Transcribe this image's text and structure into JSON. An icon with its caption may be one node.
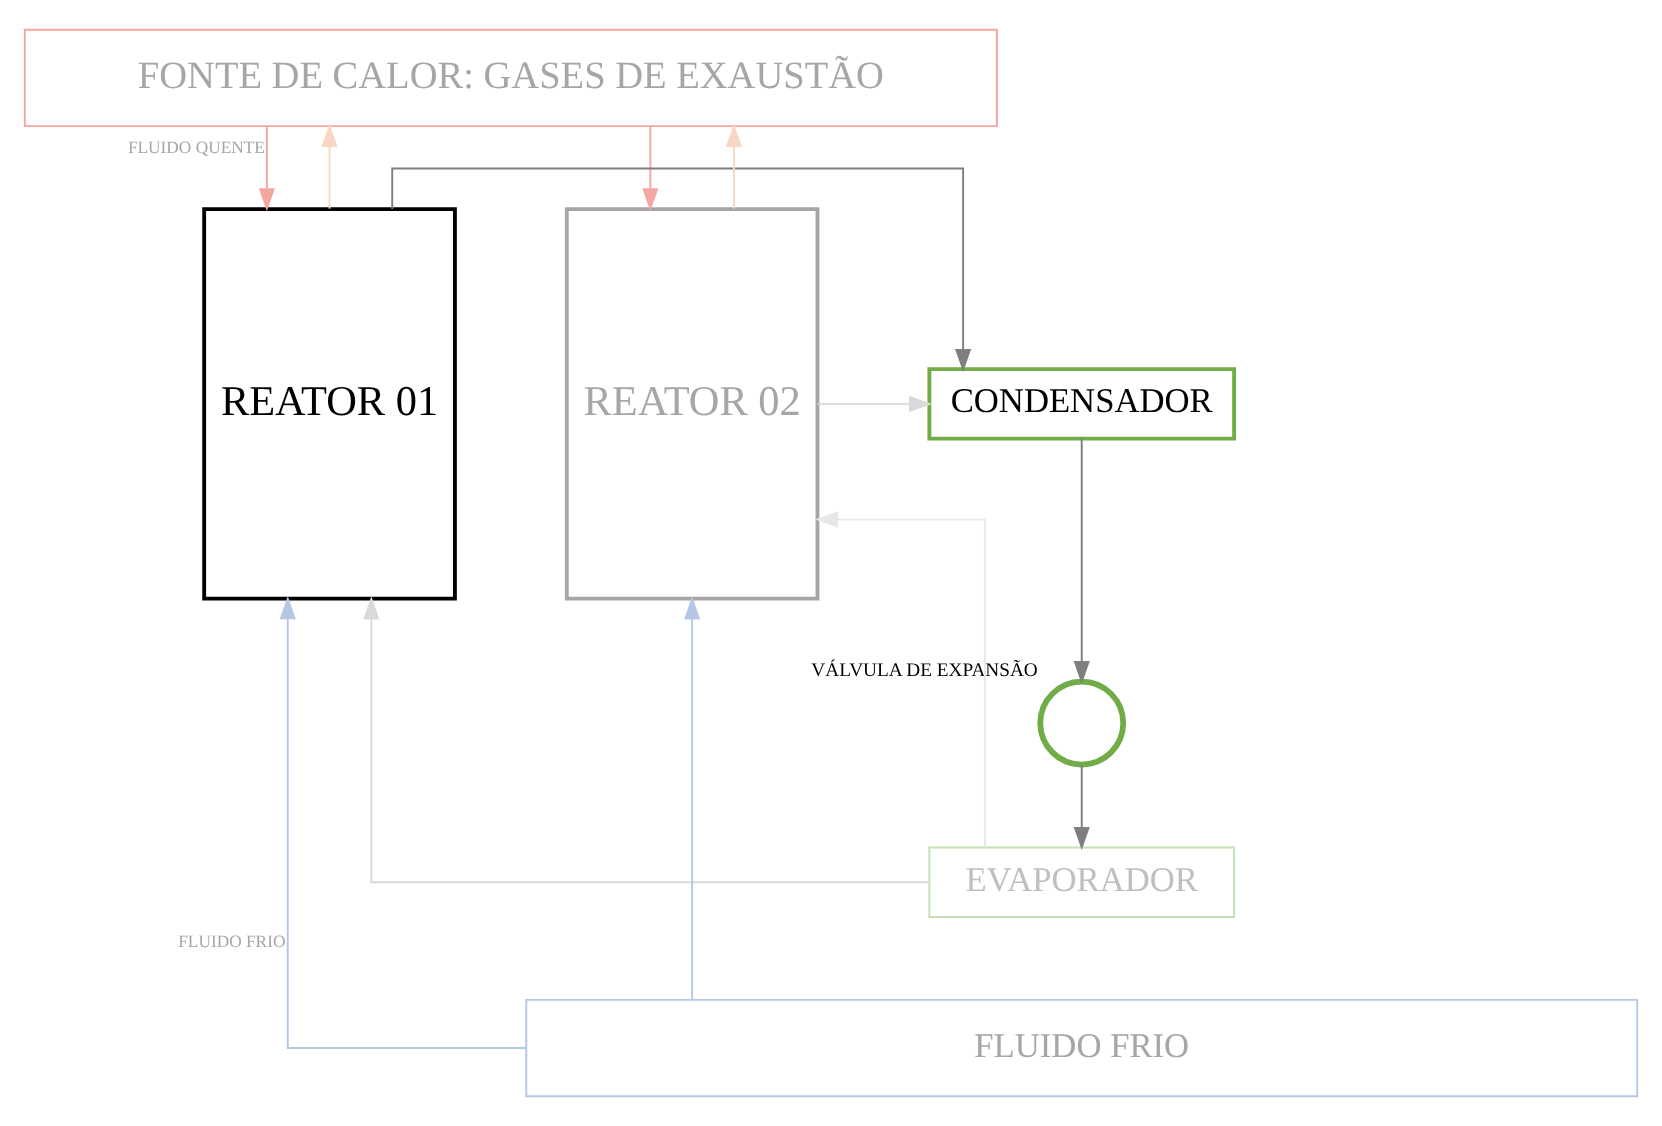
{
  "diagram": {
    "nodes": [
      {
        "text": [
          "FONTE DE CALOR: GASES DE EXAUSTÃO"
        ]
      },
      {
        "text": [
          "REATOR 01"
        ]
      },
      {
        "text": [
          "CONDENSADOR"
        ]
      },
      {
        "text": [],
        "shape": "circle",
        "beside": [
          "VÁLVULA DE EXPANSÃO"
        ]
      },
      {
        "text": [
          "REATOR 02"
        ]
      },
      {
        "text": [
          "EVAPORADOR"
        ]
      },
      {
        "text": [
          "FLUIDO FRIO"
        ]
      }
    ],
    "edges": [
      {
        "from": 0,
        "to": 1,
        "arrow": "to",
        "label": "FLUIDO QUENTE",
        "color": "#f4a6a0"
      },
      {
        "from": 0,
        "to": 4,
        "arrow": "to",
        "color": "#f4a6a0"
      },
      {
        "from": 1,
        "to": 2,
        "arrow": "to"
      },
      {
        "from": 4,
        "to": 2,
        "arrow": "to",
        "color": "#d9d9d9"
      },
      {
        "from": 2,
        "to": 3,
        "arrow": "to"
      },
      {
        "from": 3,
        "to": 5,
        "arrow": "to"
      },
      {
        "from": 5,
        "to": 1,
        "arrow": "to",
        "color": "#d9d9d9"
      },
      {
        "from": 5,
        "to": 4,
        "arrow": "to",
        "color": "#e7e7e7"
      },
      {
        "from": 6,
        "to": 1,
        "arrow": "to",
        "label": "FLUIDO FRIO",
        "color": "#b4c7e7"
      },
      {
        "from": 6,
        "to": 4,
        "arrow": "to",
        "color": "#b4c7e7"
      },
      {
        "from": 1,
        "to": 0,
        "arrow": "to",
        "color": "#f8d8c4"
      },
      {
        "from": 4,
        "to": 0,
        "arrow": "to",
        "color": "#f8d8c4"
      }
    ]
  }
}
